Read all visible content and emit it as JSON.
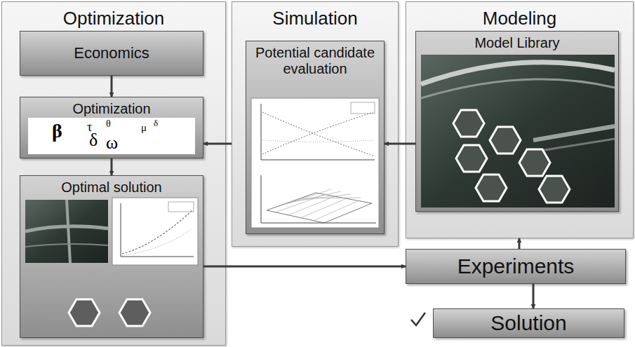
{
  "diagram": {
    "nodes": [
      {
        "text": [
          "Optimization"
        ]
      },
      {
        "text": [
          "Economics"
        ],
        "in": 0
      },
      {
        "text": [
          "Optimization"
        ],
        "in": 0
      },
      {
        "text": [
          "Optimal solution"
        ],
        "in": 0
      },
      {
        "text": [
          "Simulation"
        ]
      },
      {
        "text": [
          "Potential candidate evaluation"
        ],
        "in": 4
      },
      {
        "text": [
          "Modeling"
        ]
      },
      {
        "text": [
          "Model Library"
        ],
        "in": 6
      },
      {
        "text": [
          "Experiments"
        ]
      },
      {
        "text": [
          "Solution"
        ]
      }
    ],
    "edges": [
      {
        "from": 1,
        "to": 2,
        "arrow": "to"
      },
      {
        "from": 2,
        "to": 3,
        "arrow": "to"
      },
      {
        "from": 4,
        "to": 2,
        "arrow": "to"
      },
      {
        "from": 7,
        "to": 5,
        "arrow": "to"
      },
      {
        "from": 3,
        "to": 8,
        "arrow": "to"
      },
      {
        "from": 8,
        "to": 6,
        "arrow": "to"
      },
      {
        "from": 8,
        "to": 9,
        "arrow": "to"
      }
    ],
    "labels": [
      "β",
      "τ",
      "θ",
      "δ",
      "ω",
      "μ",
      "δ"
    ]
  }
}
